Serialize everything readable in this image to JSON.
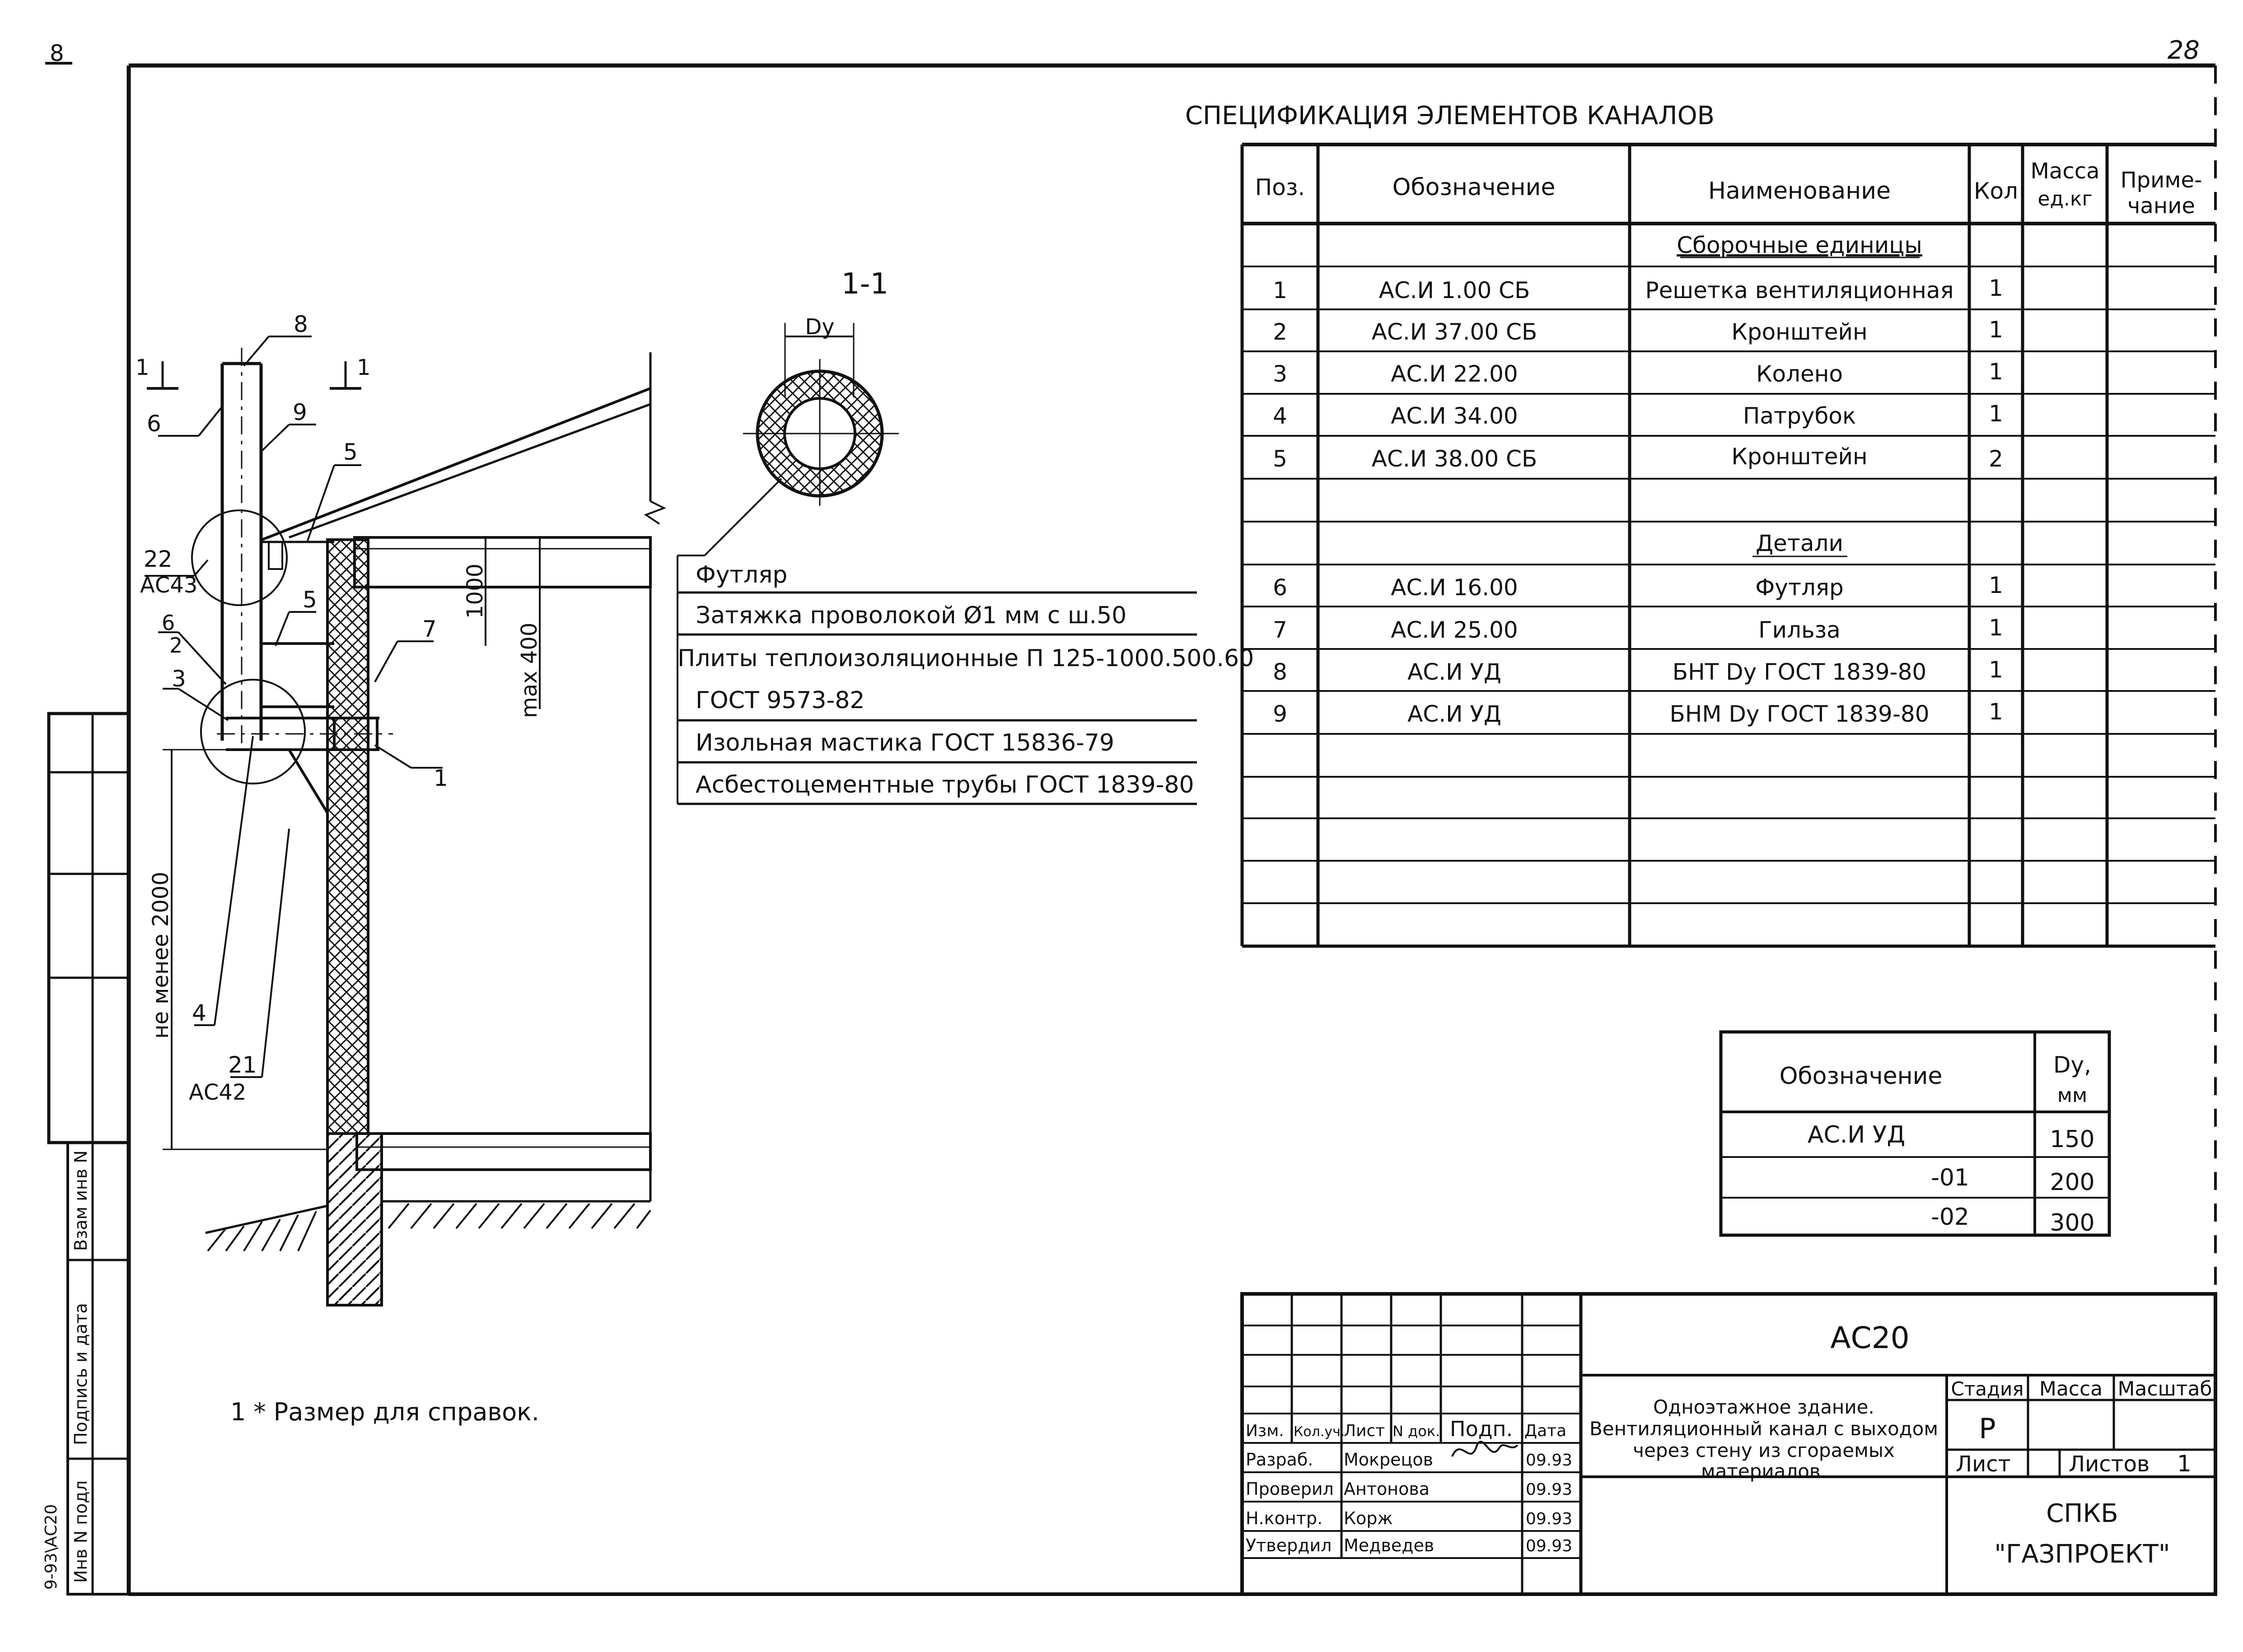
{
  "page_number": "28",
  "corner_mark": "8",
  "spec": {
    "title": "СПЕЦИФИКАЦИЯ ЭЛЕМЕНТОВ КАНАЛОВ",
    "headers": {
      "pos": "Поз.",
      "designation": "Обозначение",
      "name": "Наименование",
      "qty": "Кол",
      "mass_1": "Масса",
      "mass_2": "ед.кг",
      "note_1": "Приме-",
      "note_2": "чание"
    },
    "section_assembly": "Сборочные единицы",
    "section_details": "Детали",
    "assembly_rows": [
      {
        "pos": "1",
        "designation": "АС.И 1.00 СБ",
        "name": "Решетка вентиляционная",
        "qty": "1"
      },
      {
        "pos": "2",
        "designation": "АС.И 37.00 СБ",
        "name": "Кронштейн",
        "qty": "1"
      },
      {
        "pos": "3",
        "designation": "АС.И 22.00",
        "name": "Колено",
        "qty": "1"
      },
      {
        "pos": "4",
        "designation": "АС.И 34.00",
        "name": "Патрубок",
        "qty": "1"
      },
      {
        "pos": "5",
        "designation": "АС.И 38.00 СБ",
        "name": "Кронштейн",
        "qty": "2"
      }
    ],
    "detail_rows": [
      {
        "pos": "6",
        "designation": "АС.И 16.00",
        "name": "Футляр",
        "qty": "1"
      },
      {
        "pos": "7",
        "designation": "АС.И 25.00",
        "name": "Гильза",
        "qty": "1"
      },
      {
        "pos": "8",
        "designation": "АС.И УД",
        "name": "БНТ Dy ГОСТ 1839-80",
        "qty": "1"
      },
      {
        "pos": "9",
        "designation": "АС.И УД",
        "name": "БНМ Dy ГОСТ 1839-80",
        "qty": "1"
      }
    ]
  },
  "section_label": "1-1",
  "dy_label": "Dy",
  "materials": [
    "Футляр",
    "Затяжка проволокой Ø1 мм с ш.50",
    "Плиты теплоизоляционные П 125-1000.500.60",
    "ГОСТ 9573-82",
    "Изольная мастика ГОСТ 15836-79",
    "Асбестоцементные трубы ГОСТ 1839-80"
  ],
  "drawing": {
    "callouts": [
      "8",
      "9",
      "5",
      "6",
      "22",
      "АС43",
      "5",
      "6",
      "2",
      "3",
      "7",
      "1",
      "4",
      "21",
      "АС42",
      "1",
      "1"
    ],
    "dim_1000": "1000",
    "dim_400": "max 400",
    "dim_2000": "не менее 2000"
  },
  "dy_table": {
    "header_designation": "Обозначение",
    "header_dy_1": "Dy,",
    "header_dy_2": "мм",
    "rows": [
      {
        "designation": "АС.И УД",
        "dy": "150"
      },
      {
        "designation": "-01",
        "dy": "200"
      },
      {
        "designation": "-02",
        "dy": "300"
      }
    ]
  },
  "note": "1 * Размер для справок.",
  "title_block": {
    "code": "АС20",
    "description": [
      "Одноэтажное здание.",
      "Вентиляционный канал с выходом",
      "через стену из сгораемых",
      "материалов."
    ],
    "stage_label": "Стадия",
    "mass_label": "Масса",
    "scale_label": "Масштаб",
    "stage_value": "Р",
    "sheet_label": "Лист",
    "sheets_label": "Листов",
    "sheets_value": "1",
    "org_1": "СПКБ",
    "org_2": "\"ГАЗПРОЕКТ\"",
    "header_row": [
      "Изм.",
      "Кол.уч.",
      "Лист",
      "N док.",
      "Подп.",
      "Дата"
    ],
    "roles": [
      {
        "role": "Разраб.",
        "person": "Мокрецов",
        "date": "09.93"
      },
      {
        "role": "Проверил",
        "person": "Антонова",
        "date": "09.93"
      },
      {
        "role": "Н.контр.",
        "person": "Корж",
        "date": "09.93"
      },
      {
        "role": "Утвердил",
        "person": "Медведев",
        "date": "09.93"
      }
    ]
  },
  "side_stamp": {
    "vzam": "Взам инв N",
    "podpis": "Подпись и дата",
    "inv": "Инв N подл",
    "archive": "9-93\\АС20"
  }
}
